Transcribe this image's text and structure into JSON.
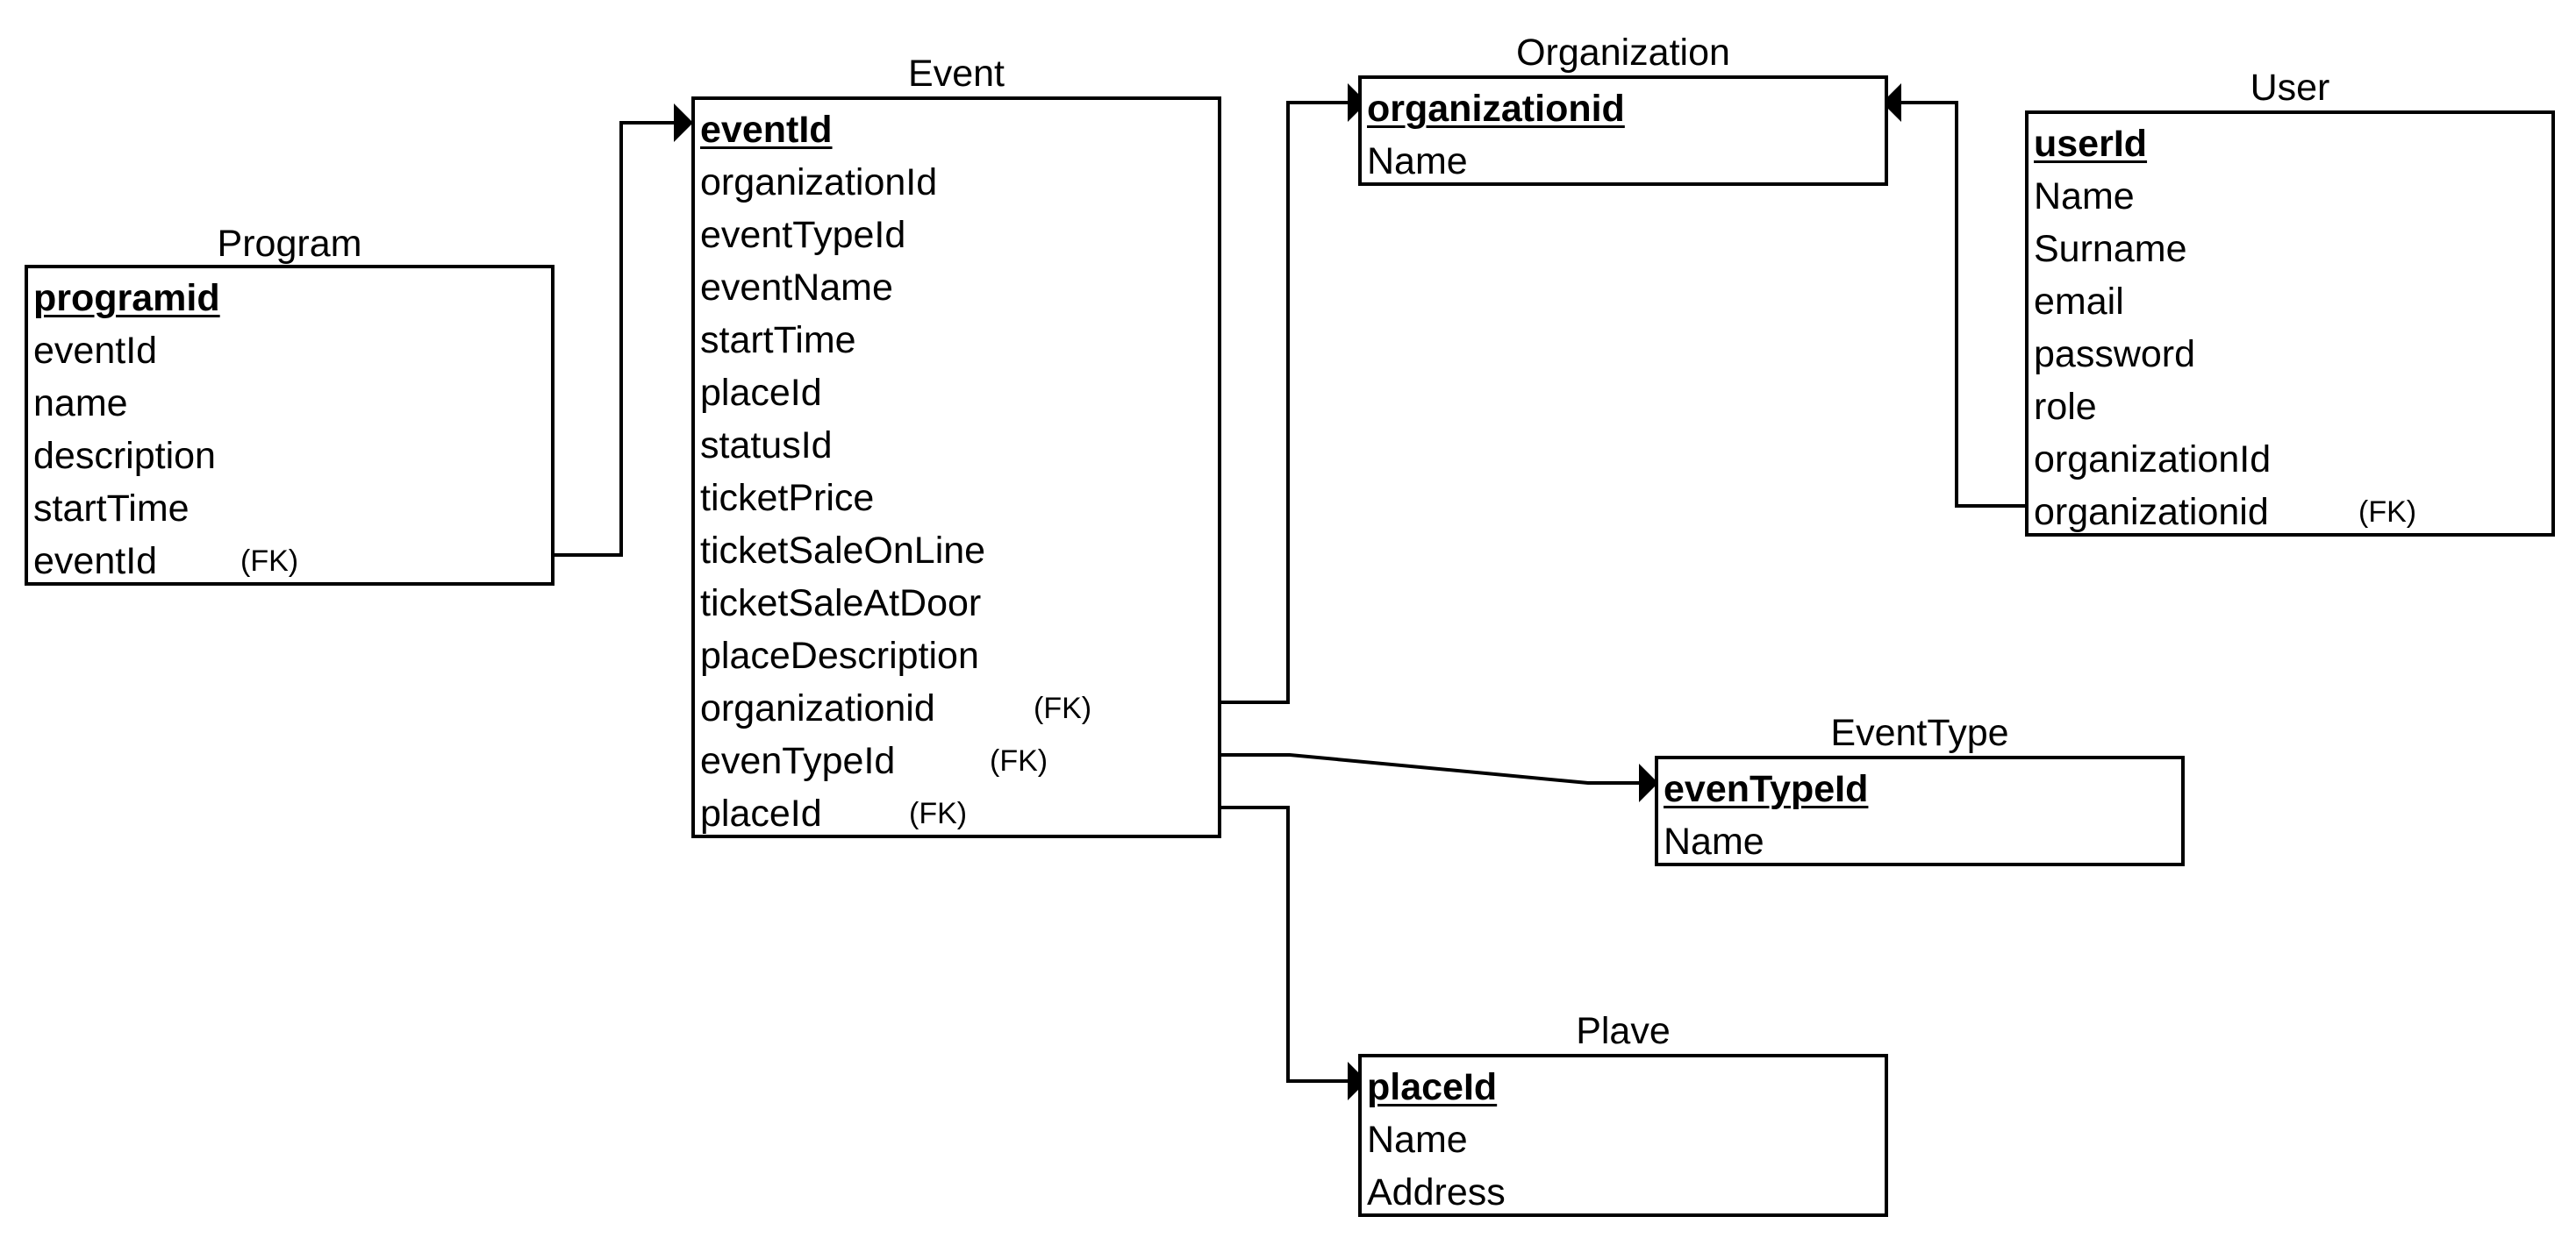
{
  "entities": [
    {
      "id": "program",
      "title": "Program",
      "fields": [
        {
          "name": "programid",
          "pk": true,
          "fk": ""
        },
        {
          "name": "eventId",
          "pk": false,
          "fk": ""
        },
        {
          "name": "name",
          "pk": false,
          "fk": ""
        },
        {
          "name": "description",
          "pk": false,
          "fk": ""
        },
        {
          "name": "startTime",
          "pk": false,
          "fk": ""
        },
        {
          "name": "eventId",
          "pk": false,
          "fk": "(FK)"
        }
      ]
    },
    {
      "id": "event",
      "title": "Event",
      "fields": [
        {
          "name": "eventId",
          "pk": true,
          "fk": ""
        },
        {
          "name": "organizationId",
          "pk": false,
          "fk": ""
        },
        {
          "name": "eventTypeId",
          "pk": false,
          "fk": ""
        },
        {
          "name": "eventName",
          "pk": false,
          "fk": ""
        },
        {
          "name": "startTime",
          "pk": false,
          "fk": ""
        },
        {
          "name": "placeId",
          "pk": false,
          "fk": ""
        },
        {
          "name": "statusId",
          "pk": false,
          "fk": ""
        },
        {
          "name": "ticketPrice",
          "pk": false,
          "fk": ""
        },
        {
          "name": "ticketSaleOnLine",
          "pk": false,
          "fk": ""
        },
        {
          "name": "ticketSaleAtDoor",
          "pk": false,
          "fk": ""
        },
        {
          "name": "placeDescription",
          "pk": false,
          "fk": ""
        },
        {
          "name": "organizationid",
          "pk": false,
          "fk": "(FK)"
        },
        {
          "name": "evenTypeId",
          "pk": false,
          "fk": "(FK)"
        },
        {
          "name": "placeId",
          "pk": false,
          "fk": "(FK)"
        }
      ]
    },
    {
      "id": "organization",
      "title": "Organization",
      "fields": [
        {
          "name": "organizationid",
          "pk": true,
          "fk": ""
        },
        {
          "name": "Name",
          "pk": false,
          "fk": ""
        }
      ]
    },
    {
      "id": "user",
      "title": "User",
      "fields": [
        {
          "name": "userId",
          "pk": true,
          "fk": ""
        },
        {
          "name": "Name",
          "pk": false,
          "fk": ""
        },
        {
          "name": "Surname",
          "pk": false,
          "fk": ""
        },
        {
          "name": "email",
          "pk": false,
          "fk": ""
        },
        {
          "name": "password",
          "pk": false,
          "fk": ""
        },
        {
          "name": "role",
          "pk": false,
          "fk": ""
        },
        {
          "name": "organizationId",
          "pk": false,
          "fk": ""
        },
        {
          "name": "organizationid",
          "pk": false,
          "fk": "(FK)"
        }
      ]
    },
    {
      "id": "eventtype",
      "title": "EventType",
      "fields": [
        {
          "name": "evenTypeId",
          "pk": true,
          "fk": ""
        },
        {
          "name": "Name",
          "pk": false,
          "fk": ""
        }
      ]
    },
    {
      "id": "place",
      "title": "Plave",
      "fields": [
        {
          "name": "placeId",
          "pk": true,
          "fk": ""
        },
        {
          "name": "Name",
          "pk": false,
          "fk": ""
        },
        {
          "name": "Address",
          "pk": false,
          "fk": ""
        }
      ]
    }
  ],
  "relationships": [
    {
      "from": "Program.eventId",
      "to": "Event.eventId"
    },
    {
      "from": "Event.organizationid",
      "to": "Organization.organizationid"
    },
    {
      "from": "Event.evenTypeId",
      "to": "EventType.evenTypeId"
    },
    {
      "from": "Event.placeId",
      "to": "Plave.placeId"
    },
    {
      "from": "User.organizationid",
      "to": "Organization.organizationid"
    }
  ]
}
